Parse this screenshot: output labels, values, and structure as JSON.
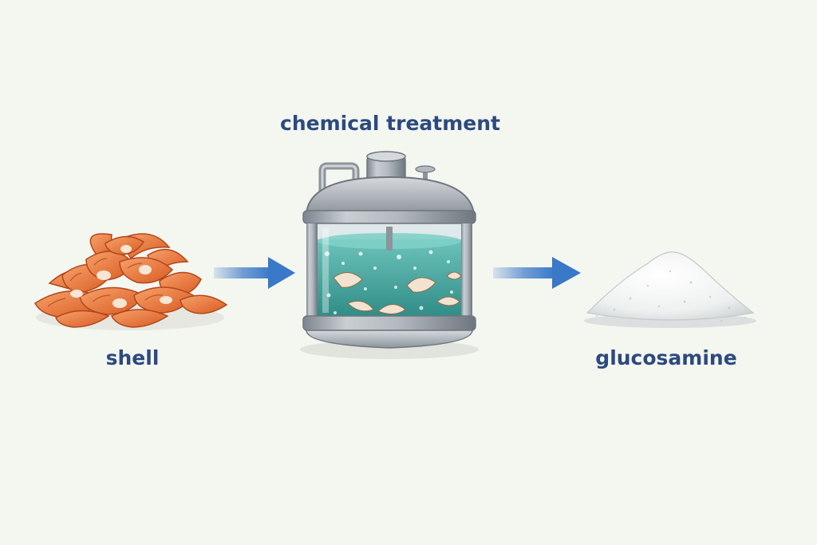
{
  "steps": [
    {
      "id": "shell",
      "label": "shell"
    },
    {
      "id": "treatment",
      "label": "chemical treatment"
    },
    {
      "id": "product",
      "label": "glucosamine"
    }
  ],
  "colors": {
    "background": "#f4f6f0",
    "label": "#2c4a7e",
    "arrow": "#3a78c8",
    "shell": "#e8743a",
    "liquid": "#3e9f98",
    "steel": "#a6adb5",
    "powder": "#f7f8f8"
  },
  "icons": {
    "input": "shrimp-shell-pile-icon",
    "process": "reactor-tank-icon",
    "output": "white-powder-pile-icon",
    "connector": "right-arrow-icon"
  }
}
